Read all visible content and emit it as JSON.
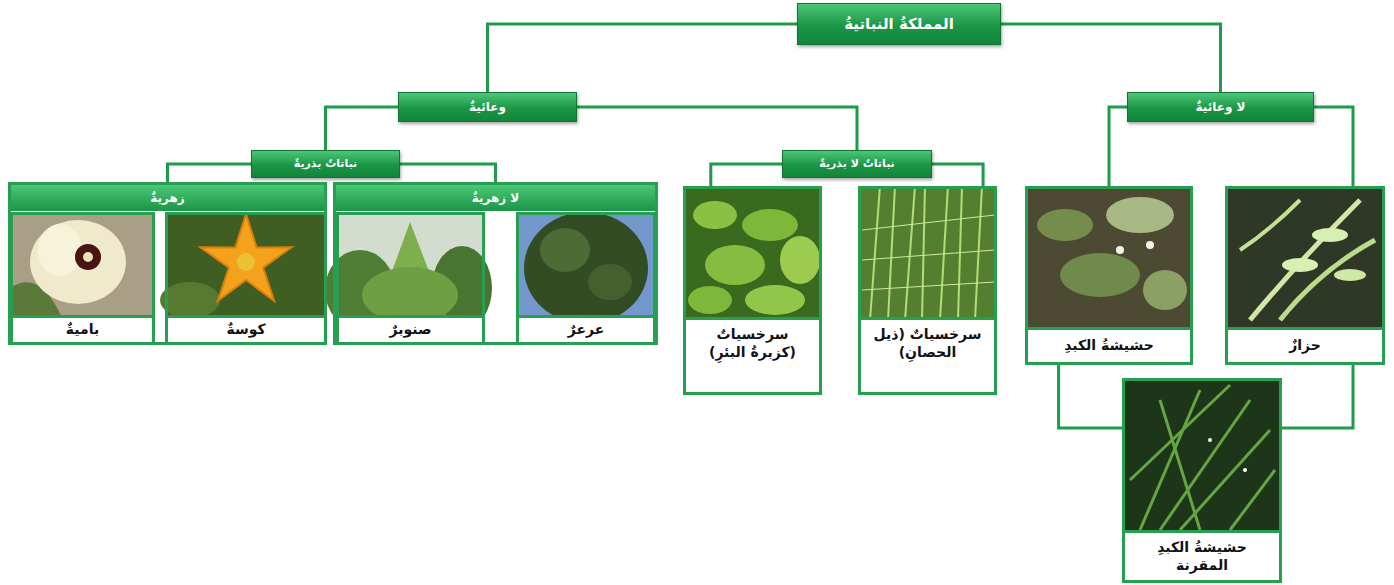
{
  "diagram": {
    "nodes": [
      {
        "text": [
          "المملكةُ النباتيةُ"
        ]
      },
      {
        "text": [
          "لا وعائيةٌ"
        ]
      },
      {
        "text": [
          "وعائيةٌ"
        ]
      },
      {
        "text": [
          "نباتاتٌ لا بذريةٌ"
        ]
      },
      {
        "text": [
          "نباتاتٌ بذريةٌ"
        ]
      },
      {
        "text": [
          "لا زهريةٌ"
        ]
      },
      {
        "text": [
          "زهريةٌ"
        ]
      },
      {
        "text": [
          "حزازٌ"
        ]
      },
      {
        "text": [
          "حشيشةُ الكبدِ"
        ]
      },
      {
        "text": [
          "حشيشةُ الكبدِ المقرنة"
        ]
      },
      {
        "text": [
          "سرخسياتٌ (ذيل الحصانِ)"
        ]
      },
      {
        "text": [
          "سرخسياتٌ (كزبرةُ البئرِ)"
        ]
      },
      {
        "text": [
          "عرعرٌ"
        ],
        "in": 5
      },
      {
        "text": [
          "صنوبرٌ"
        ],
        "in": 5
      },
      {
        "text": [
          "كوسةٌ"
        ],
        "in": 6
      },
      {
        "text": [
          "باميةٌ"
        ],
        "in": 6
      }
    ],
    "edges": [
      {
        "from": 0,
        "to": 1,
        "arrow": "none"
      },
      {
        "from": 0,
        "to": 2,
        "arrow": "none"
      },
      {
        "from": 1,
        "to": 7,
        "arrow": "none"
      },
      {
        "from": 1,
        "to": 8,
        "arrow": "none"
      },
      {
        "from": 2,
        "to": 3,
        "arrow": "none"
      },
      {
        "from": 2,
        "to": 4,
        "arrow": "none"
      },
      {
        "from": 3,
        "to": 10,
        "arrow": "none"
      },
      {
        "from": 3,
        "to": 11,
        "arrow": "none"
      },
      {
        "from": 4,
        "to": 5,
        "arrow": "none"
      },
      {
        "from": 4,
        "to": 6,
        "arrow": "none"
      },
      {
        "from": 7,
        "to": 9,
        "arrow": "none"
      },
      {
        "from": 8,
        "to": 9,
        "arrow": "none"
      }
    ]
  }
}
